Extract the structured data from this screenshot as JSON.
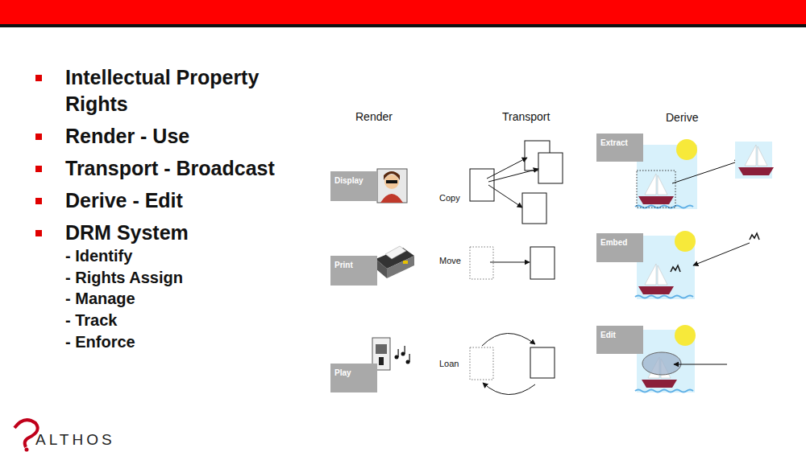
{
  "diagram": {
    "nodes": [
      {
        "text": [
          "Display"
        ]
      },
      {
        "text": [
          "Print"
        ]
      },
      {
        "text": [
          "Play"
        ]
      },
      {
        "text": [
          "Extract"
        ]
      },
      {
        "text": [
          "Embed"
        ]
      },
      {
        "text": [
          "Edit"
        ]
      }
    ],
    "labels": [
      "Intellectual Property Rights",
      "Render - Use",
      "Transport - Broadcast",
      "Derive - Edit",
      "DRM System",
      "- Identify",
      "- Rights Assign",
      "- Manage",
      "- Track",
      "- Enforce",
      "Render",
      "Transport",
      "Derive",
      "Copy",
      "Move",
      "Loan",
      "ALTHOS"
    ]
  }
}
